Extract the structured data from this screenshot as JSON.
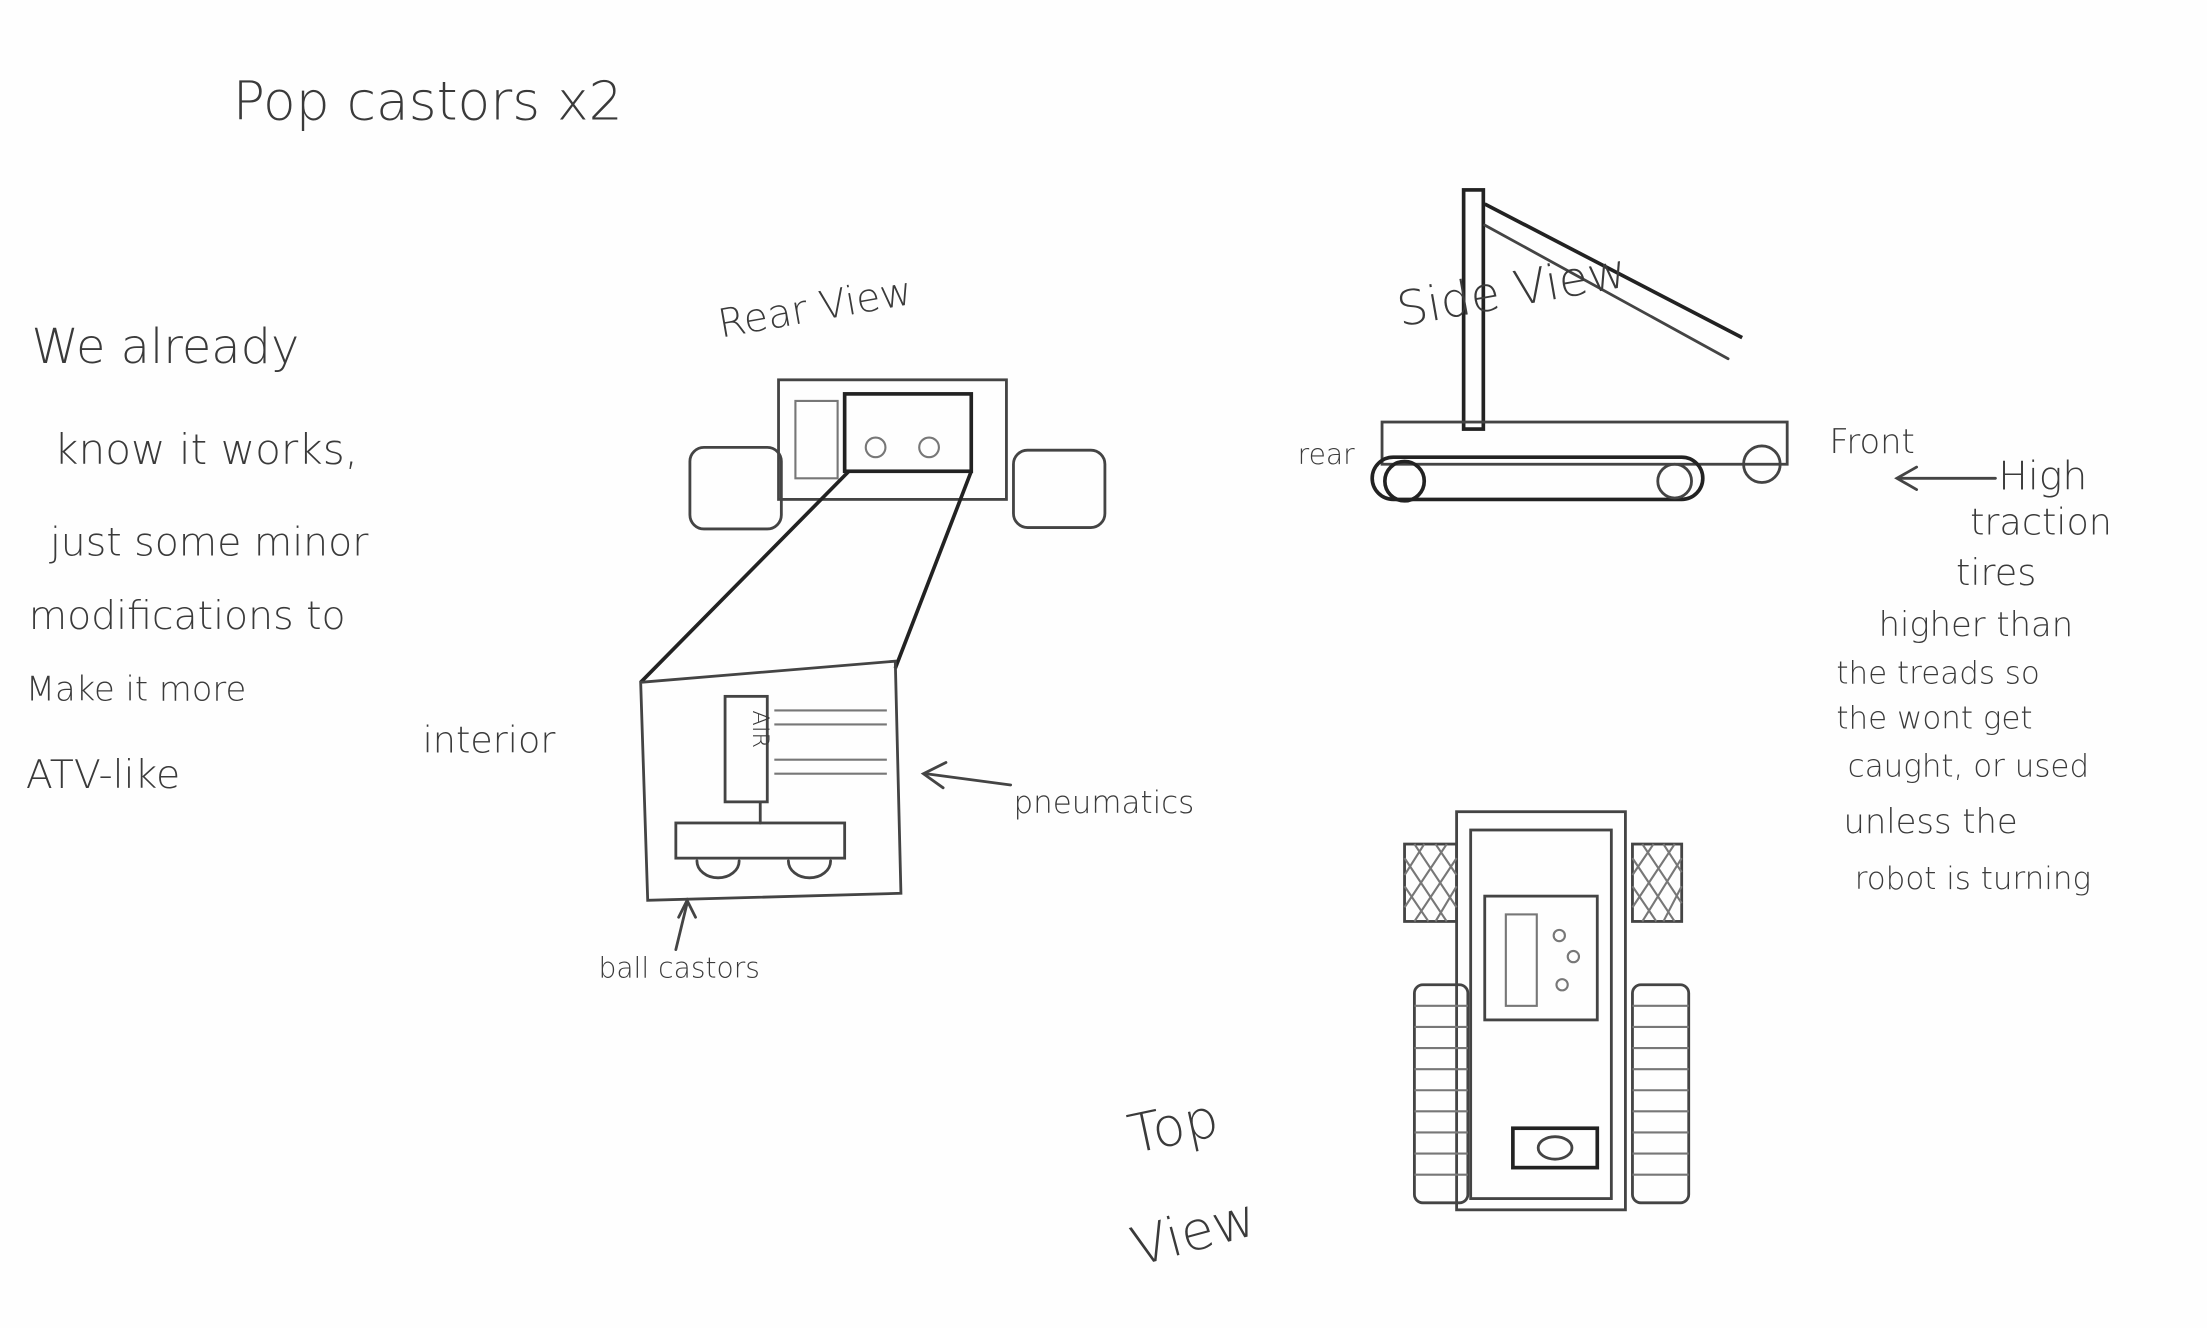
{
  "title": "Pop castors x2",
  "notes_left": [
    "We already",
    "know it works,",
    "just some minor",
    "modifications to",
    "Make it more",
    "ATV-like"
  ],
  "rear_view": {
    "label": "Rear View",
    "interior_label": "interior",
    "air_label": "AIR",
    "pneumatics_label": "pneumatics",
    "ball_castors_label": "ball castors"
  },
  "side_view": {
    "label": "Side View",
    "rear_label": "rear",
    "front_label": "Front"
  },
  "notes_right": [
    "High",
    "traction",
    "tires",
    "higher than",
    "the treads so",
    "the wont get",
    "caught, or used",
    "unless the",
    "robot is turning"
  ],
  "top_view": {
    "label_line1": "Top",
    "label_line2": "View"
  }
}
